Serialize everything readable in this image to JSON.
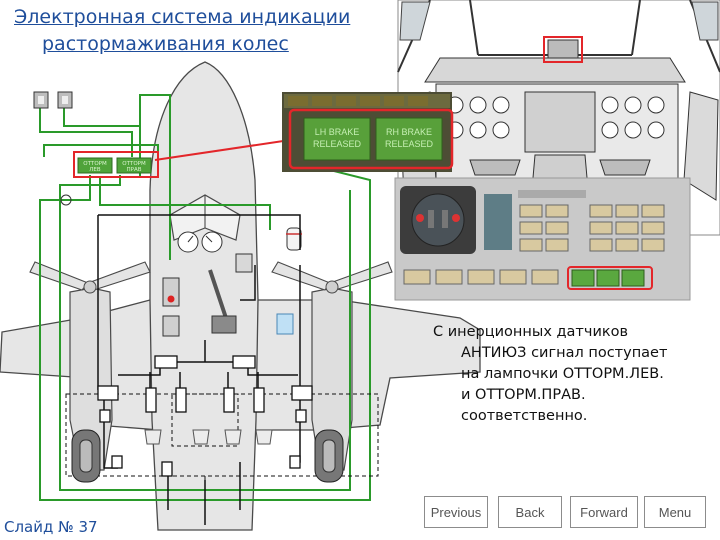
{
  "title": {
    "line1": "Электронная система индикации",
    "line2": "растормаживания колес"
  },
  "overhead_lamps": {
    "left_small_top": "ОТТОРМ",
    "left_small_bottom": "ЛЕВ",
    "right_small_top": "ОТТОРМ",
    "right_small_bottom": "ПРАВ",
    "lh_line1": "LH BRAKE",
    "lh_line2": "RELEASED",
    "rh_line1": "RH BRAKE",
    "rh_line2": "RELEASED"
  },
  "caption": {
    "line1": "С  инерционных датчиков",
    "line2": "АНТИЮЗ сигнал поступает",
    "line3": "на лампочки ОТТОРМ.ЛЕВ.",
    "line4": "и ОТТОРМ.ПРАВ.",
    "line5": "соответственно."
  },
  "nav": {
    "previous": "Previous",
    "back": "Back",
    "forward": "Forward",
    "menu": "Menu"
  },
  "slide_number": "Слайд № 37",
  "colors": {
    "title": "#1f4e9b",
    "highlight": "#e3262a",
    "wire": "#2a9a2a",
    "lamp_green": "#4fa33a",
    "aircraft_fill": "#e6e6e6"
  }
}
